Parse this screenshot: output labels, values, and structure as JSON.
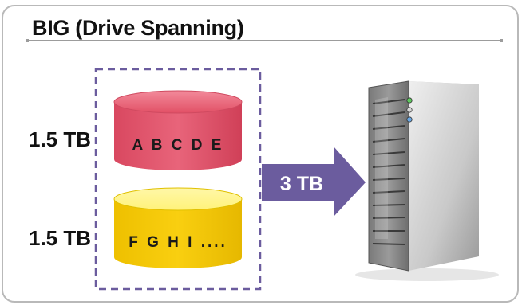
{
  "title": "BIG (Drive Spanning)",
  "drives": [
    {
      "size_label": "1.5 TB",
      "content": "A B C D E",
      "color": "#e45a6e"
    },
    {
      "size_label": "1.5 TB",
      "content": "F G H I ....",
      "color": "#f5c800"
    }
  ],
  "total_label": "3 TB",
  "colors": {
    "arrow": "#6b5c9e",
    "dashed_border": "#6b5c9e",
    "server_body": "#5a5a5a"
  },
  "icons": [
    "hard-drive-icon",
    "hard-drive-icon",
    "arrow-right-icon",
    "server-tower-icon"
  ]
}
